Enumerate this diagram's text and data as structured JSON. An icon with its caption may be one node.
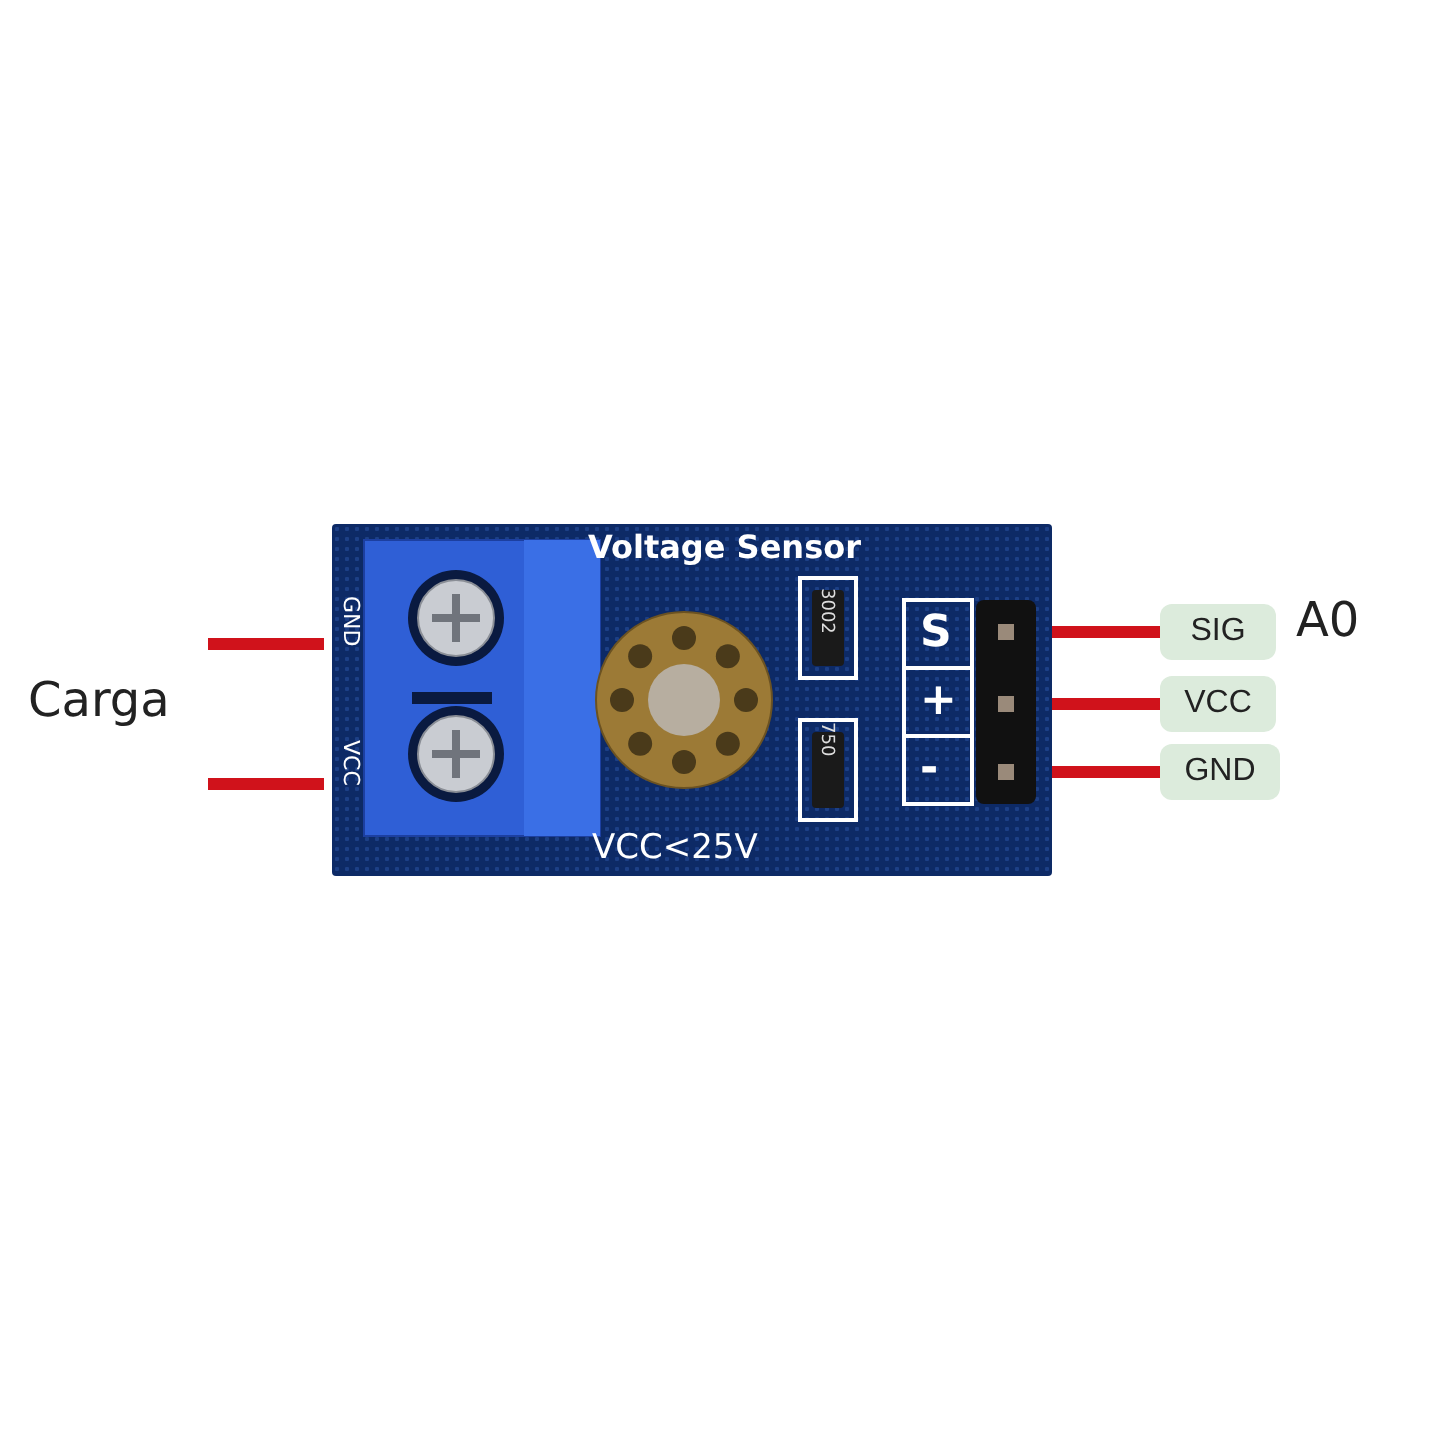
{
  "diagram": {
    "nodes": [
      {
        "text": [
          "Voltage Sensor",
          "VCC<25V"
        ]
      },
      {
        "text": [
          "GND"
        ],
        "in": 0
      },
      {
        "text": [
          "VCC"
        ],
        "in": 0
      },
      {
        "text": [
          "S"
        ],
        "in": 0
      },
      {
        "text": [
          "+"
        ],
        "in": 0
      },
      {
        "text": [
          "-"
        ],
        "in": 0
      },
      {
        "text": [
          "SIG"
        ]
      },
      {
        "text": [
          "VCC"
        ]
      },
      {
        "text": [
          "GND"
        ]
      }
    ],
    "edges": [
      {
        "from": null,
        "to": 1,
        "arrow": "none"
      },
      {
        "from": null,
        "to": 2,
        "arrow": "none"
      },
      {
        "from": 3,
        "to": 6,
        "arrow": "none"
      },
      {
        "from": 4,
        "to": 7,
        "arrow": "none"
      },
      {
        "from": 5,
        "to": 8,
        "arrow": "none"
      }
    ],
    "labels": [
      "Carga",
      "A0",
      "3002",
      "750"
    ]
  }
}
